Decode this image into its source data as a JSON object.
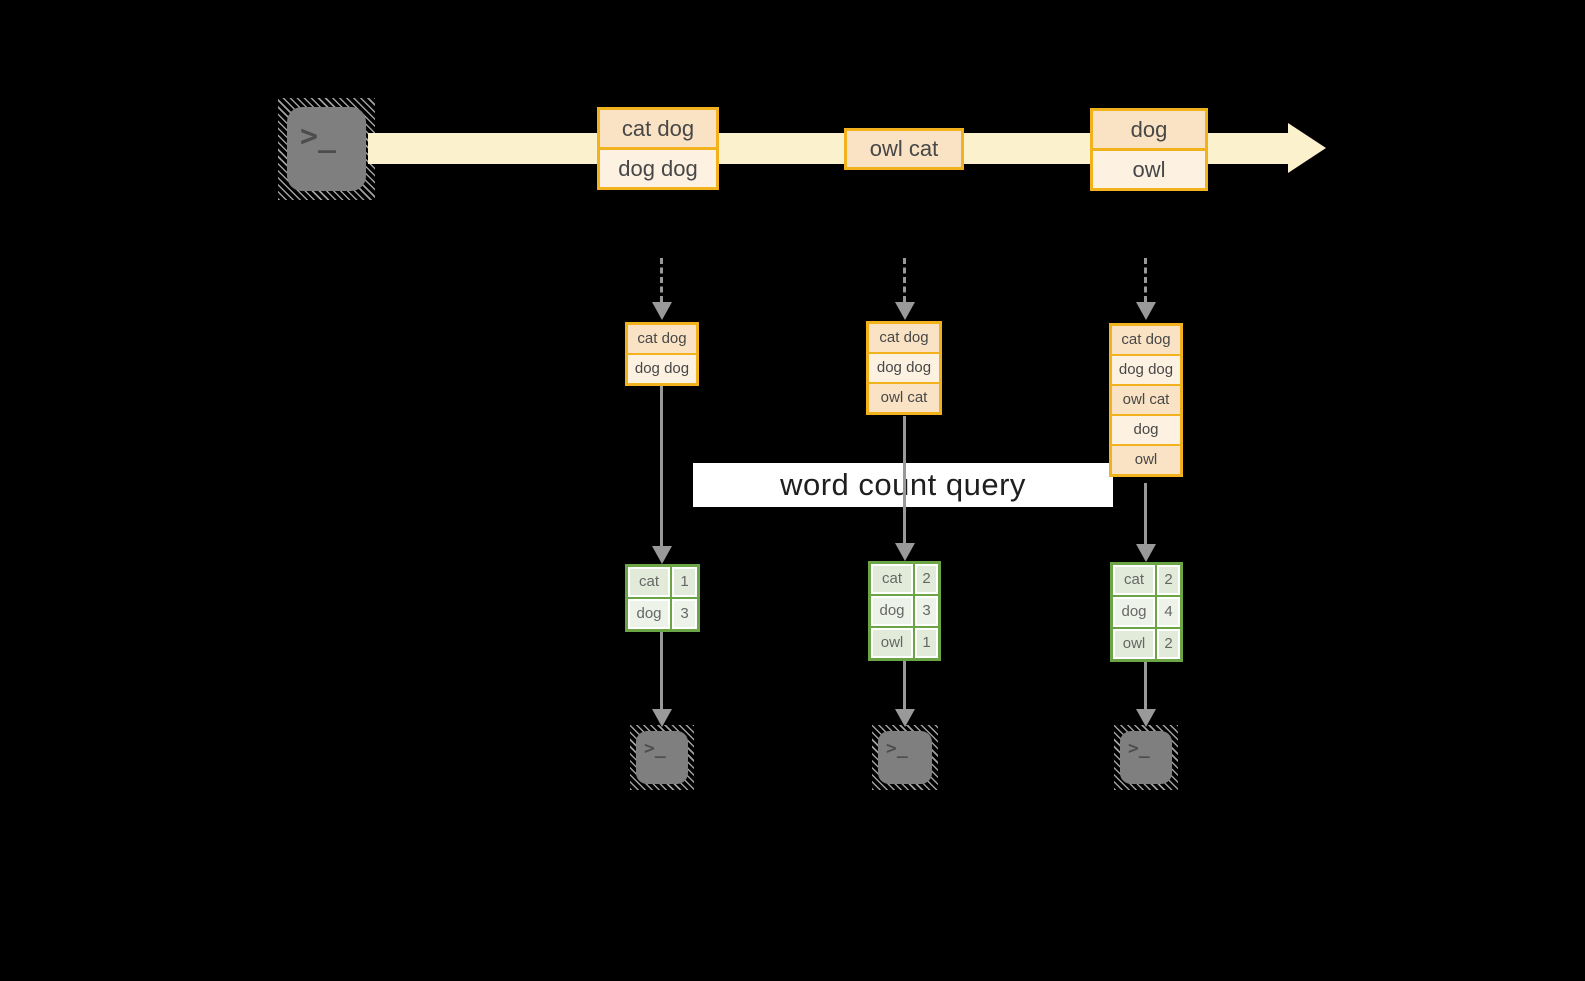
{
  "query_label": "word count query",
  "icons": {
    "terminal_prompt_glyph": ">_"
  },
  "stream_batches": [
    {
      "rows": [
        "cat dog",
        "dog dog"
      ]
    },
    {
      "rows": [
        "owl cat"
      ]
    },
    {
      "rows": [
        "dog",
        "owl"
      ]
    }
  ],
  "columns": [
    {
      "state": [
        "cat dog",
        "dog dog"
      ],
      "counts": [
        [
          "cat",
          "1"
        ],
        [
          "dog",
          "3"
        ]
      ]
    },
    {
      "state": [
        "cat dog",
        "dog dog",
        "owl cat"
      ],
      "counts": [
        [
          "cat",
          "2"
        ],
        [
          "dog",
          "3"
        ],
        [
          "owl",
          "1"
        ]
      ]
    },
    {
      "state": [
        "cat dog",
        "dog dog",
        "owl cat",
        "dog",
        "owl"
      ],
      "counts": [
        [
          "cat",
          "2"
        ],
        [
          "dog",
          "4"
        ],
        [
          "owl",
          "2"
        ]
      ]
    }
  ],
  "colors": {
    "amber_border": "#F2B21D",
    "peach_fill": "#FAE3C4",
    "cream_fill": "#FDF2E2",
    "stream_band": "#FBF2CD",
    "green_border": "#6BA546",
    "green_cell_a": "#E2EBD9",
    "green_cell_b": "#EEF3EA",
    "arrow_gray": "#999999",
    "terminal_gray": "#7F7F7F",
    "glyph_gray": "#4D4D4D",
    "query_band_bg": "#FFFFFF",
    "query_text": "#1F1F1F",
    "box_text": "#474747",
    "table_text": "#666666"
  }
}
